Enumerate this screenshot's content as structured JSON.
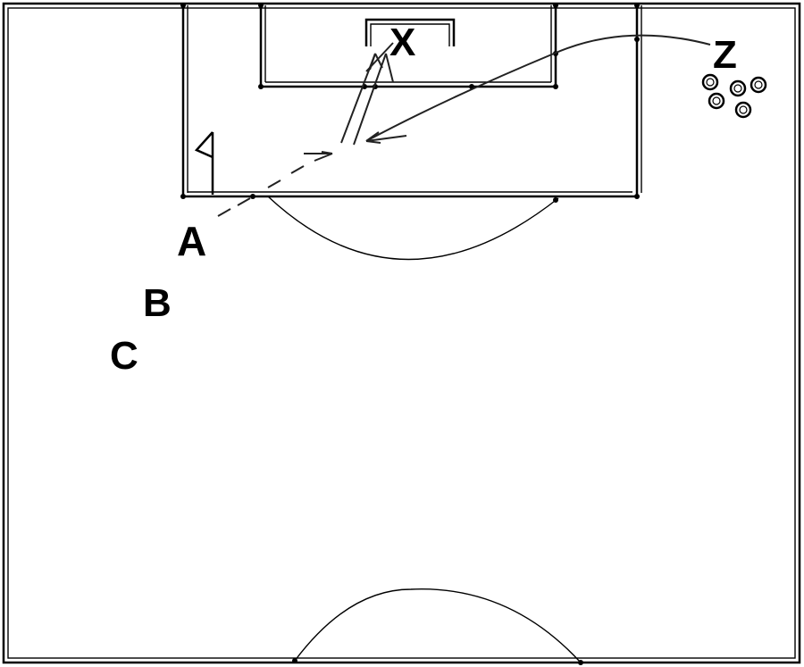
{
  "labels": {
    "player_a": "A",
    "player_b": "B",
    "player_c": "C",
    "target_x": "X",
    "server_z": "Z"
  },
  "colors": {
    "lines": "#000000",
    "background": "#ffffff"
  },
  "balls_count_note": ""
}
